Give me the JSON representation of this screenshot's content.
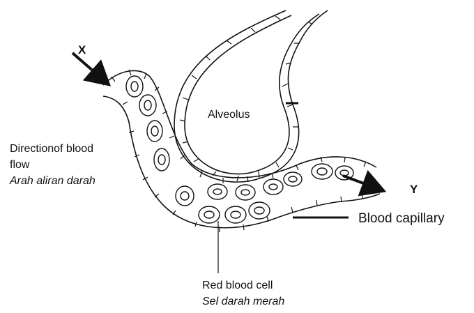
{
  "labels": {
    "x_marker": "X",
    "y_marker": "Y",
    "alveolus": "Alveolus",
    "direction_en": "Directionof blood",
    "direction_en2": "flow",
    "direction_ms": "Arah aliran darah",
    "capillary": "Blood capillary",
    "rbc_en": "Red blood cell",
    "rbc_ms": "Sel darah merah"
  },
  "colors": {
    "ink": "#111111",
    "background": "#ffffff"
  }
}
